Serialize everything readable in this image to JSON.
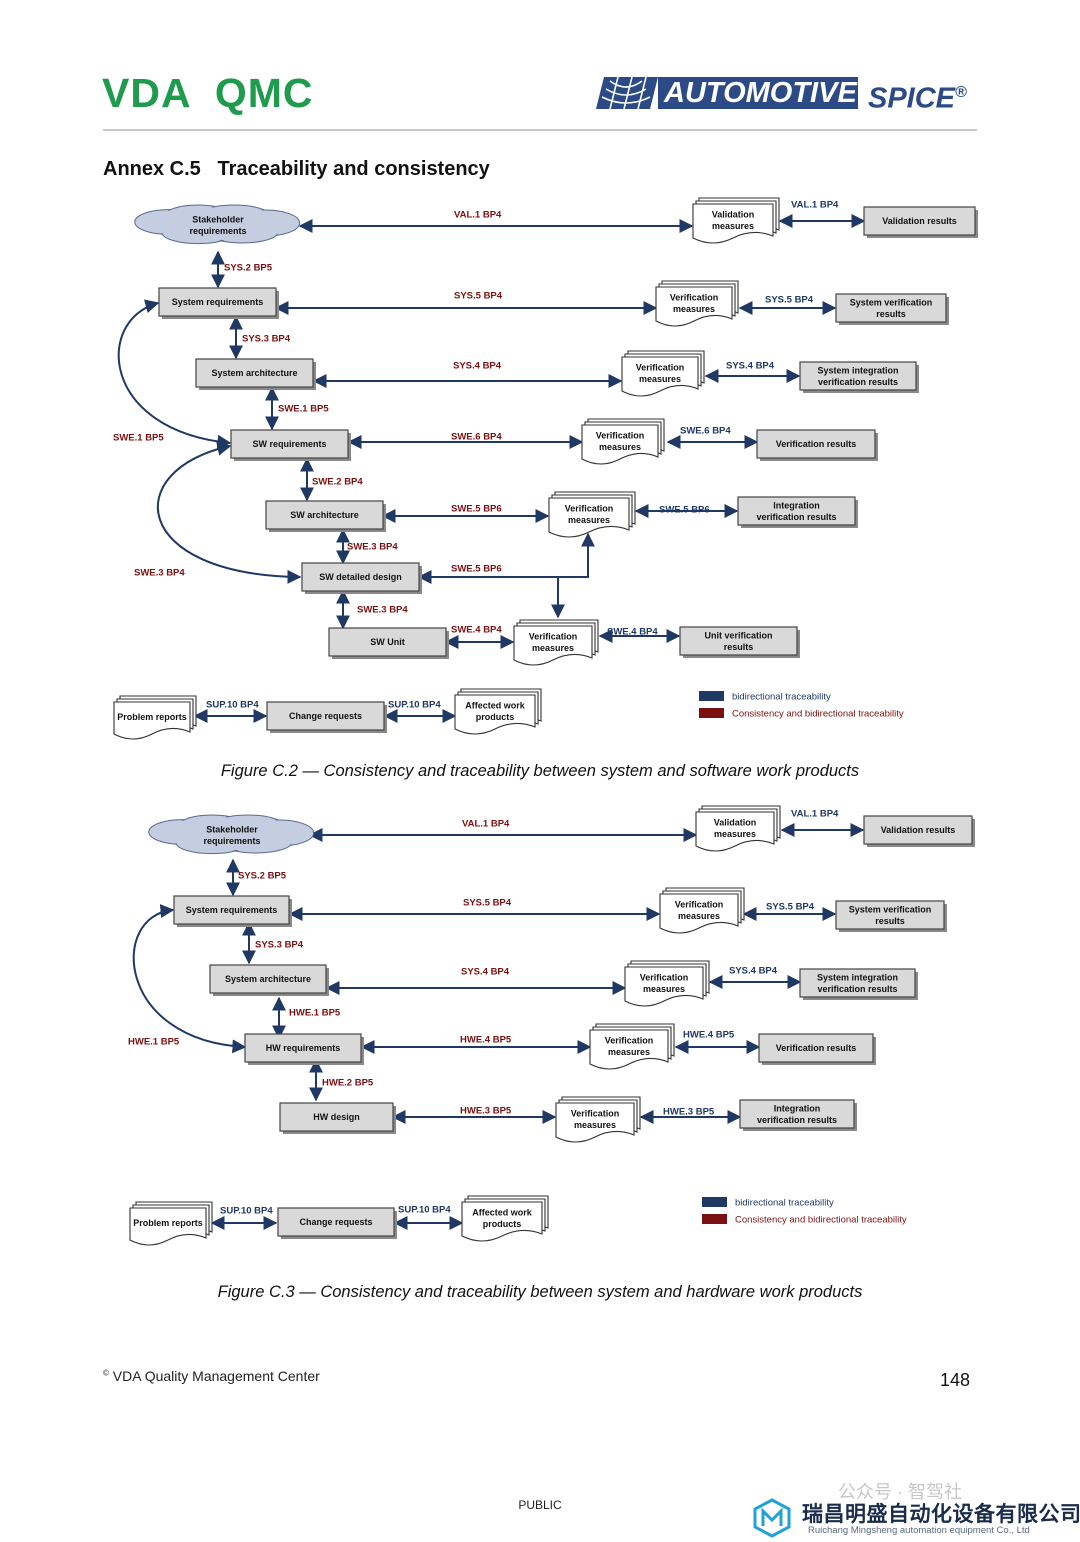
{
  "header": {
    "left_logo": "VDA  QMC",
    "right_logo_word1": "AUTOMOTIVE",
    "right_logo_word2": "SPICE",
    "right_logo_mark": "®"
  },
  "annex_title": "Annex C.5   Traceability and consistency",
  "figure_c2": {
    "nodes": {
      "stakeholder": [
        "Stakeholder",
        "requirements"
      ],
      "system_requirements": "System requirements",
      "system_architecture": "System architecture",
      "sw_requirements": "SW requirements",
      "sw_architecture": "SW architecture",
      "sw_detailed_design": "SW detailed design",
      "sw_unit": "SW Unit",
      "validation_measures": [
        "Validation",
        "measures"
      ],
      "validation_results": "Validation results",
      "verification_measures": [
        "Verification",
        "measures"
      ],
      "system_verification_results": [
        "System verification",
        "results"
      ],
      "system_integration_results": [
        "System integration",
        "verification results"
      ],
      "verification_results": "Verification results",
      "integration_results": [
        "Integration",
        "verification results"
      ],
      "unit_verification_results": [
        "Unit verification",
        "results"
      ],
      "problem_reports": "Problem reports",
      "change_requests": "Change requests",
      "affected_work_products": [
        "Affected work",
        "products"
      ]
    },
    "labels": {
      "val1": "VAL.1 BP4",
      "sys2": "SYS.2 BP5",
      "sys5": "SYS.5 BP4",
      "sys3": "SYS.3 BP4",
      "sys4": "SYS.4 BP4",
      "swe1": "SWE.1 BP5",
      "swe6": "SWE.6 BP4",
      "swe2": "SWE.2 BP4",
      "swe5": "SWE.5 BP6",
      "swe3": "SWE.3 BP4",
      "swe4": "SWE.4 BP4",
      "sup10": "SUP.10 BP4"
    },
    "caption": "Figure C.2 — Consistency and traceability between system and software work products"
  },
  "figure_c3": {
    "nodes": {
      "stakeholder": [
        "Stakeholder",
        "requirements"
      ],
      "system_requirements": "System requirements",
      "system_architecture": "System architecture",
      "hw_requirements": "HW requirements",
      "hw_design": "HW design",
      "validation_measures": [
        "Validation",
        "measures"
      ],
      "validation_results": "Validation results",
      "verification_measures": [
        "Verification",
        "measures"
      ],
      "system_verification_results": [
        "System verification",
        "results"
      ],
      "system_integration_results": [
        "System integration",
        "verification results"
      ],
      "verification_results": "Verification results",
      "integration_results": [
        "Integration",
        "verification results"
      ],
      "problem_reports": "Problem reports",
      "change_requests": "Change requests",
      "affected_work_products": [
        "Affected work",
        "products"
      ]
    },
    "labels": {
      "val1": "VAL.1 BP4",
      "sys2": "SYS.2 BP5",
      "sys5": "SYS.5 BP4",
      "sys3": "SYS.3 BP4",
      "sys4": "SYS.4 BP4",
      "hwe1": "HWE.1 BP5",
      "hwe4": "HWE.4 BP5",
      "hwe2": "HWE.2 BP5",
      "hwe3": "HWE.3 BP5",
      "sup10": "SUP.10 BP4"
    },
    "caption": "Figure C.3 — Consistency and traceability between system and hardware work products"
  },
  "legend": {
    "blue_label": "bidirectional traceability",
    "red_label": "Consistency and bidirectional traceability",
    "blue_color": "#1f3864",
    "red_color": "#7b1010"
  },
  "footer": {
    "copyright_mark": "©",
    "organisation": "VDA Quality Management Center",
    "page_number": "148",
    "classification": "PUBLIC"
  },
  "watermark": {
    "company_cn": "瑞昌明盛自动化设备有限公司",
    "company_en": "Ruichang Mingsheng automation equipment Co., Ltd",
    "faded_text": "公众号 · 智驾社"
  }
}
